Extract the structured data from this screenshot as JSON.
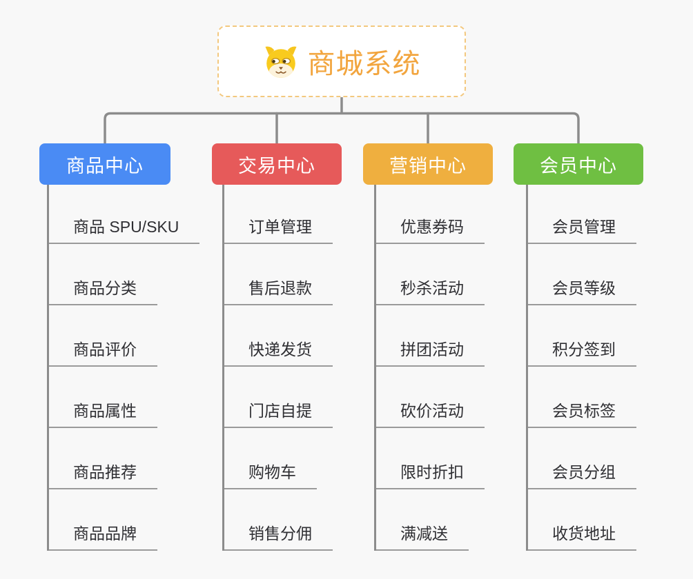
{
  "root": {
    "title": "商城系统",
    "icon": "dog-face-icon"
  },
  "branches": [
    {
      "label": "商品中心",
      "color": "#4A8BF4",
      "children": [
        "商品 SPU/SKU",
        "商品分类",
        "商品评价",
        "商品属性",
        "商品推荐",
        "商品品牌"
      ]
    },
    {
      "label": "交易中心",
      "color": "#E65A5A",
      "children": [
        "订单管理",
        "售后退款",
        "快递发货",
        "门店自提",
        "购物车",
        "销售分佣"
      ]
    },
    {
      "label": "营销中心",
      "color": "#EFAF3F",
      "children": [
        "优惠券码",
        "秒杀活动",
        "拼团活动",
        "砍价活动",
        "限时折扣",
        "满减送"
      ]
    },
    {
      "label": "会员中心",
      "color": "#6FBF42",
      "children": [
        "会员管理",
        "会员等级",
        "积分签到",
        "会员标签",
        "会员分组",
        "收货地址"
      ]
    }
  ],
  "colors": {
    "background": "#F8F8F8",
    "root_text": "#F2A53E",
    "root_border": "#F3C87E",
    "connector_line": "#8C8C8C",
    "child_underline": "#9A9A9A",
    "child_text": "#2F2F33"
  }
}
